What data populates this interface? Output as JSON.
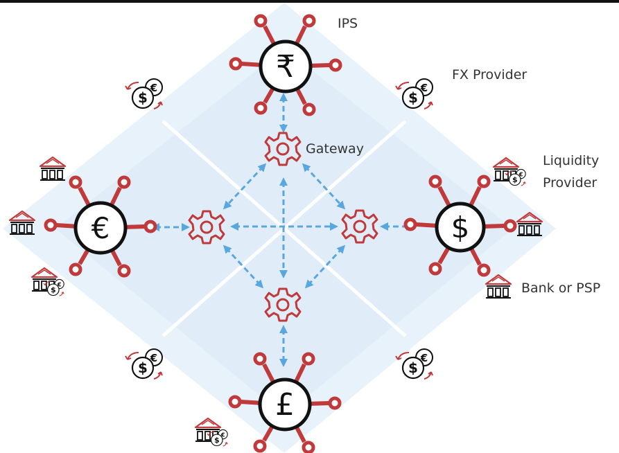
{
  "labels": {
    "ips": "IPS",
    "fx_provider": "FX Provider",
    "gateway": "Gateway",
    "liquidity_line1": "Liquidity",
    "liquidity_line2": "Provider",
    "bank_or_psp": "Bank or PSP"
  },
  "hubs": [
    {
      "id": "rupee",
      "symbol": "₹"
    },
    {
      "id": "euro",
      "symbol": "€"
    },
    {
      "id": "dollar",
      "symbol": "$"
    },
    {
      "id": "pound",
      "symbol": "£"
    }
  ],
  "colors": {
    "background_diamond": "#e8f2fa",
    "accent_red": "#c0393b",
    "arrow_blue": "#5aa7e0",
    "ink": "#111111"
  }
}
